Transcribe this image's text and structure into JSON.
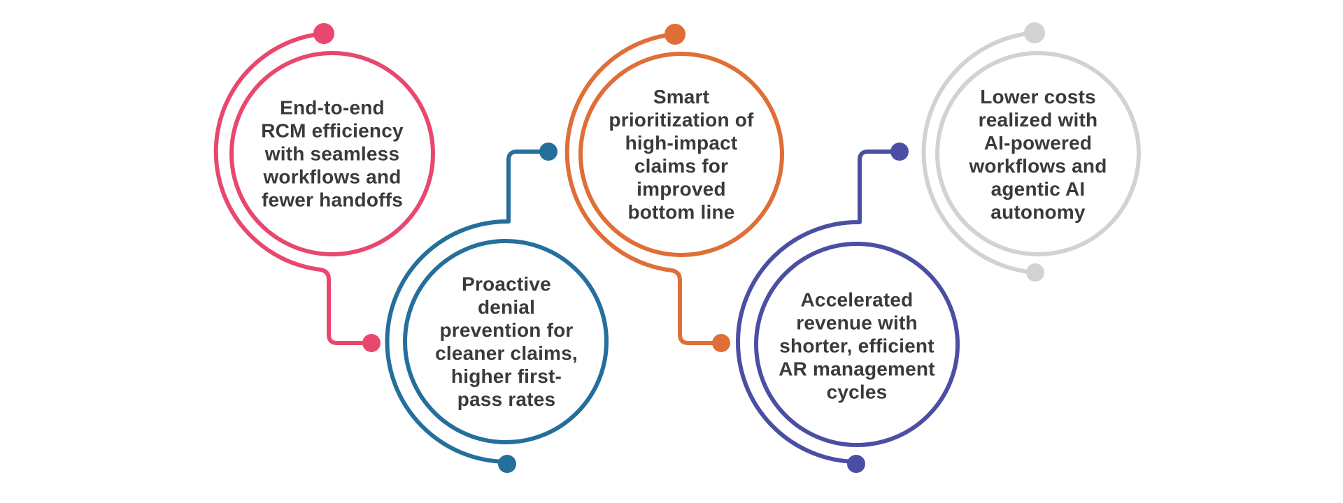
{
  "canvas": {
    "background": "#FFFFFF",
    "text_color": "#3A3A3A"
  },
  "items": [
    {
      "id": "end-to-end-rcm-efficiency",
      "text": "End-to-end\nRCM efficiency\nwith seamless\nworkflows and\nfewer handoffs",
      "color": "#E8476E"
    },
    {
      "id": "proactive-denial-prevention",
      "text": "Proactive\ndenial\nprevention for\ncleaner claims,\nhigher first-\npass rates",
      "color": "#246F9B"
    },
    {
      "id": "smart-prioritization",
      "text": "Smart\nprioritization of\nhigh-impact\nclaims for\nimproved\nbottom line",
      "color": "#E06E37"
    },
    {
      "id": "accelerated-revenue",
      "text": "Accelerated\nrevenue with\nshorter, efficient\nAR management\ncycles",
      "color": "#4B4FA3"
    },
    {
      "id": "lower-costs-agentic-ai",
      "text": "Lower costs\nrealized with\nAI-powered\nworkflows and\nagentic AI\nautonomy",
      "color": "#D2D2D2"
    }
  ]
}
